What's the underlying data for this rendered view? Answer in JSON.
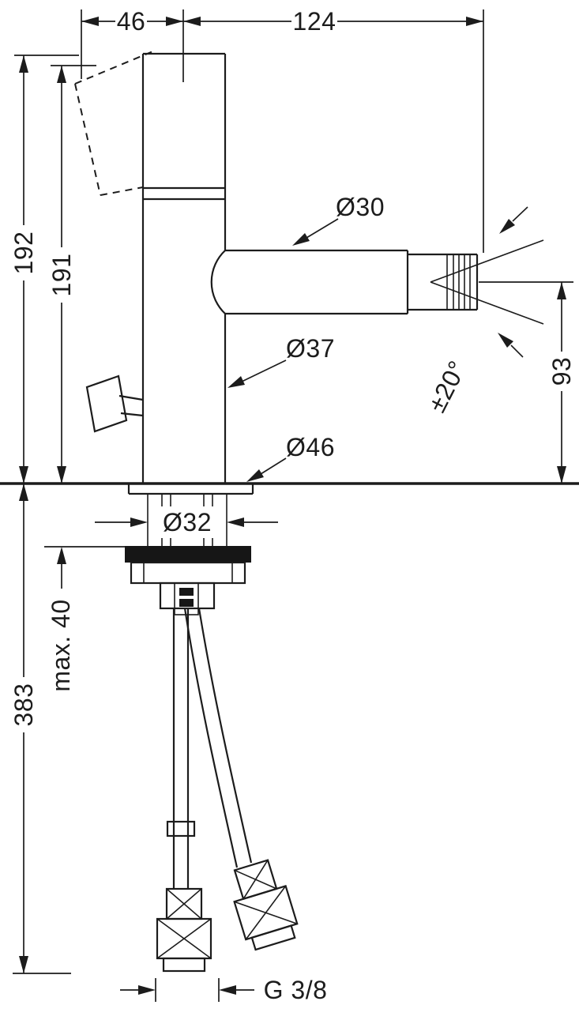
{
  "diagram": {
    "dims": {
      "w46": "46",
      "w124": "124",
      "h192": "192",
      "h191": "191",
      "dia30": "Ø30",
      "dia37": "Ø37",
      "dia46": "Ø46",
      "h93": "93",
      "angle20": "±20°",
      "dia32": "Ø32",
      "max40": "max. 40",
      "h383": "383",
      "thread": "G 3/8"
    }
  }
}
